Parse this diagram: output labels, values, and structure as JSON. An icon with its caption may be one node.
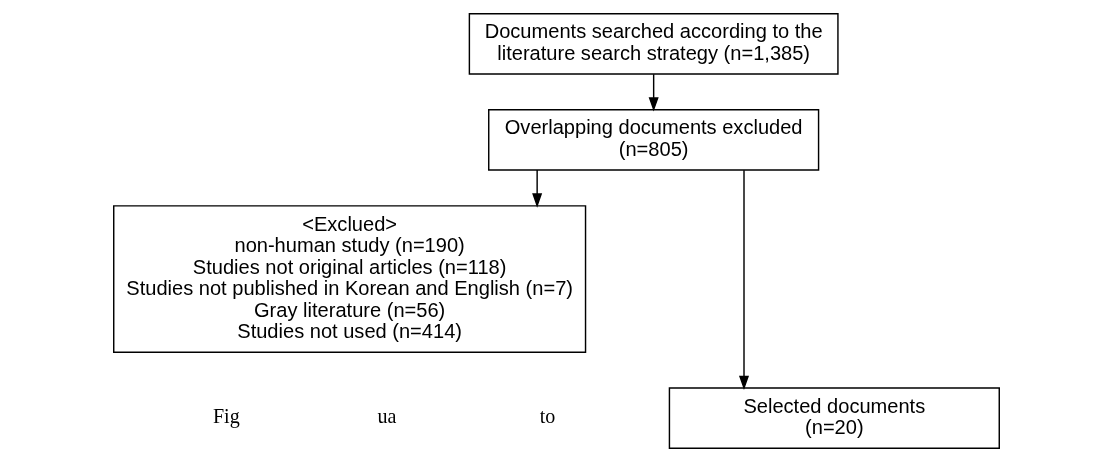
{
  "diagram": {
    "nodes": [
      {
        "text": [
          "Documents searched according to the literature search strategy (n=1,385)"
        ]
      },
      {
        "text": [
          "Overlapping documents excluded (n=805)"
        ]
      },
      {
        "text": [
          "<Exclued> non-human study (n=190) Studies not original articles (n=118) Studies not published in Korean and English (n=7) Gray literature (n=56) Studies not used (n=414)"
        ]
      },
      {
        "text": [
          "Selected documents (n=20)"
        ]
      }
    ],
    "edges": [
      {
        "from": 0,
        "to": 1,
        "arrow": "to"
      },
      {
        "from": 1,
        "to": 2,
        "arrow": "to"
      },
      {
        "from": 1,
        "to": 3,
        "arrow": "to"
      }
    ],
    "labels": [
      "Fig",
      "ua",
      "to"
    ]
  }
}
